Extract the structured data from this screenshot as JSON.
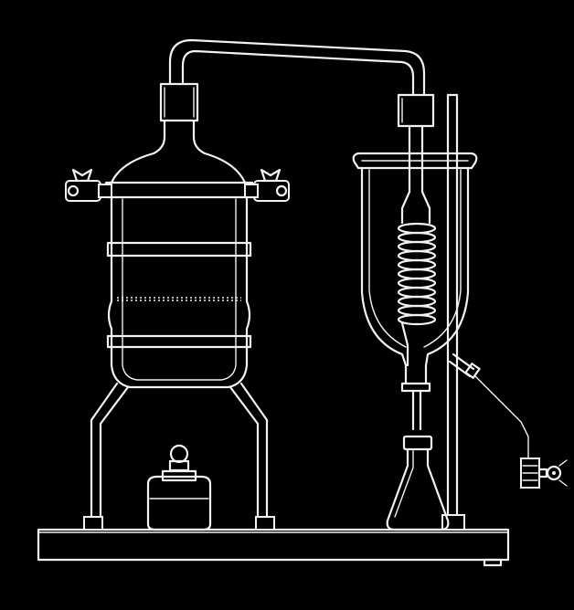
{
  "figure": {
    "style": "white line drawing on black",
    "colors": {
      "background": "#000000",
      "line": "#f2f2f2"
    }
  },
  "components": [
    {
      "id": "base-board"
    },
    {
      "id": "retort-vessel"
    },
    {
      "id": "wing-clamp"
    },
    {
      "id": "spirit-lamp"
    },
    {
      "id": "vapor-tube"
    },
    {
      "id": "condenser-jacket"
    },
    {
      "id": "cooling-coil"
    },
    {
      "id": "retort-stand"
    },
    {
      "id": "receiver-flask"
    },
    {
      "id": "water-line"
    },
    {
      "id": "stopcock"
    }
  ]
}
